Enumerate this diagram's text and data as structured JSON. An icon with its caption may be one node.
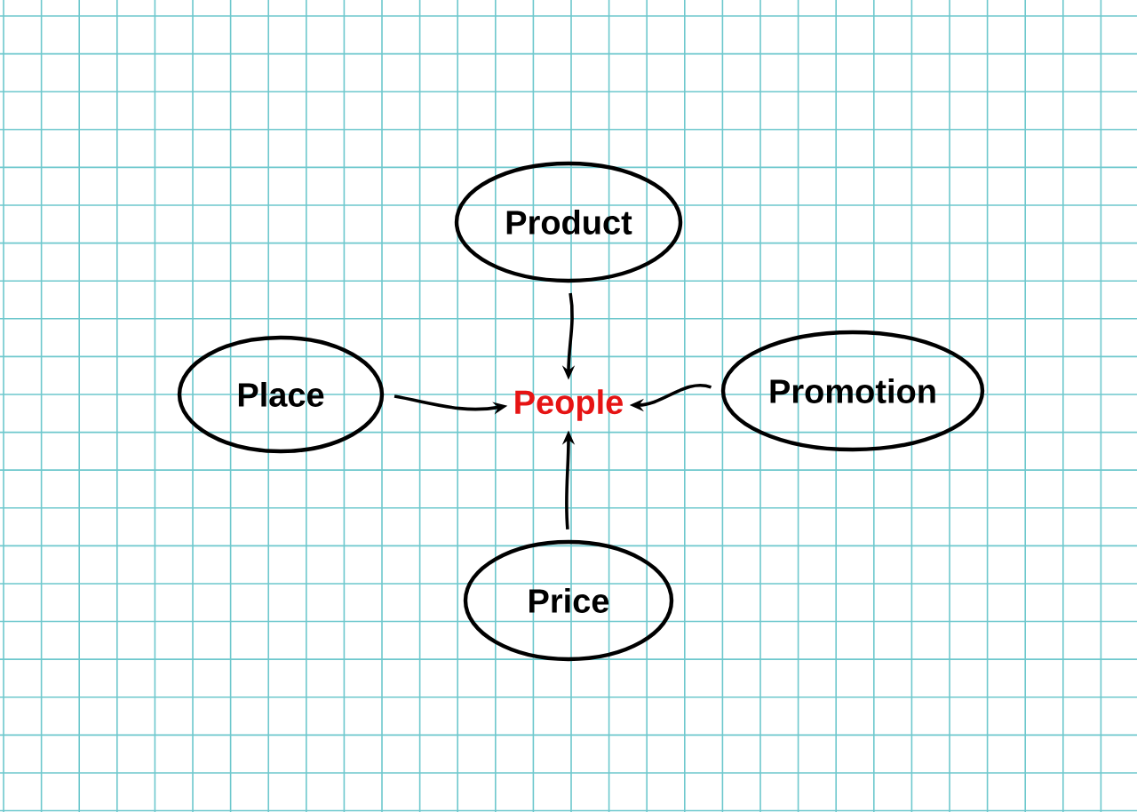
{
  "diagram": {
    "nodes": [
      {
        "text": [
          "Product"
        ]
      },
      {
        "text": [
          "Place"
        ]
      },
      {
        "text": [
          "People"
        ]
      },
      {
        "text": [
          "Promotion"
        ]
      },
      {
        "text": [
          "Price"
        ]
      }
    ],
    "edges": [
      {
        "from": 0,
        "to": 2,
        "arrow": "to"
      },
      {
        "from": 1,
        "to": 2,
        "arrow": "to"
      },
      {
        "from": 3,
        "to": 2,
        "arrow": "to"
      },
      {
        "from": 4,
        "to": 2,
        "arrow": "to"
      }
    ]
  }
}
